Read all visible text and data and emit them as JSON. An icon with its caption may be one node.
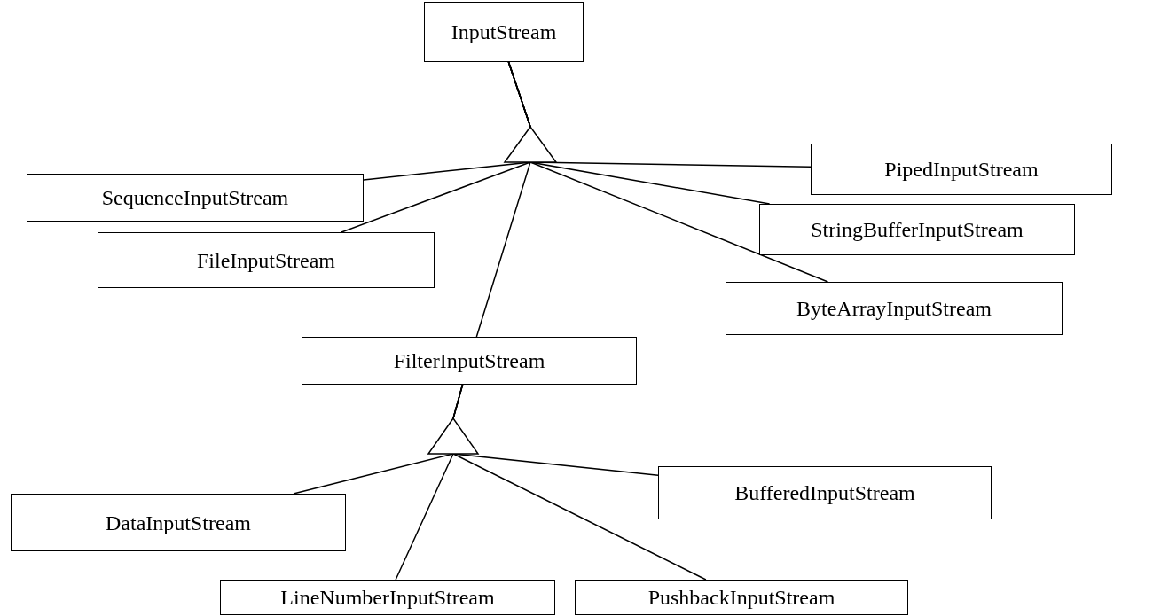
{
  "diagram": {
    "nodes": [
      {
        "text": [
          "InputStream"
        ]
      },
      {
        "text": [
          "PipedInputStream"
        ]
      },
      {
        "text": [
          "SequenceInputStream"
        ]
      },
      {
        "text": [
          "StringBufferInputStream"
        ]
      },
      {
        "text": [
          "FileInputStream"
        ]
      },
      {
        "text": [
          "ByteArrayInputStream"
        ]
      },
      {
        "text": [
          "FilterInputStream"
        ]
      },
      {
        "text": [
          "BufferedInputStream"
        ]
      },
      {
        "text": [
          "DataInputStream"
        ]
      },
      {
        "text": [
          "LineNumberInputStream"
        ]
      },
      {
        "text": [
          "PushbackInputStream"
        ]
      }
    ],
    "edges": [
      {
        "from": 1,
        "to": 0,
        "arrow": "to"
      },
      {
        "from": 2,
        "to": 0,
        "arrow": "to"
      },
      {
        "from": 3,
        "to": 0,
        "arrow": "to"
      },
      {
        "from": 4,
        "to": 0,
        "arrow": "to"
      },
      {
        "from": 5,
        "to": 0,
        "arrow": "to"
      },
      {
        "from": 6,
        "to": 0,
        "arrow": "to"
      },
      {
        "from": 7,
        "to": 6,
        "arrow": "to"
      },
      {
        "from": 8,
        "to": 6,
        "arrow": "to"
      },
      {
        "from": 9,
        "to": 6,
        "arrow": "to"
      },
      {
        "from": 10,
        "to": 6,
        "arrow": "to"
      }
    ]
  }
}
